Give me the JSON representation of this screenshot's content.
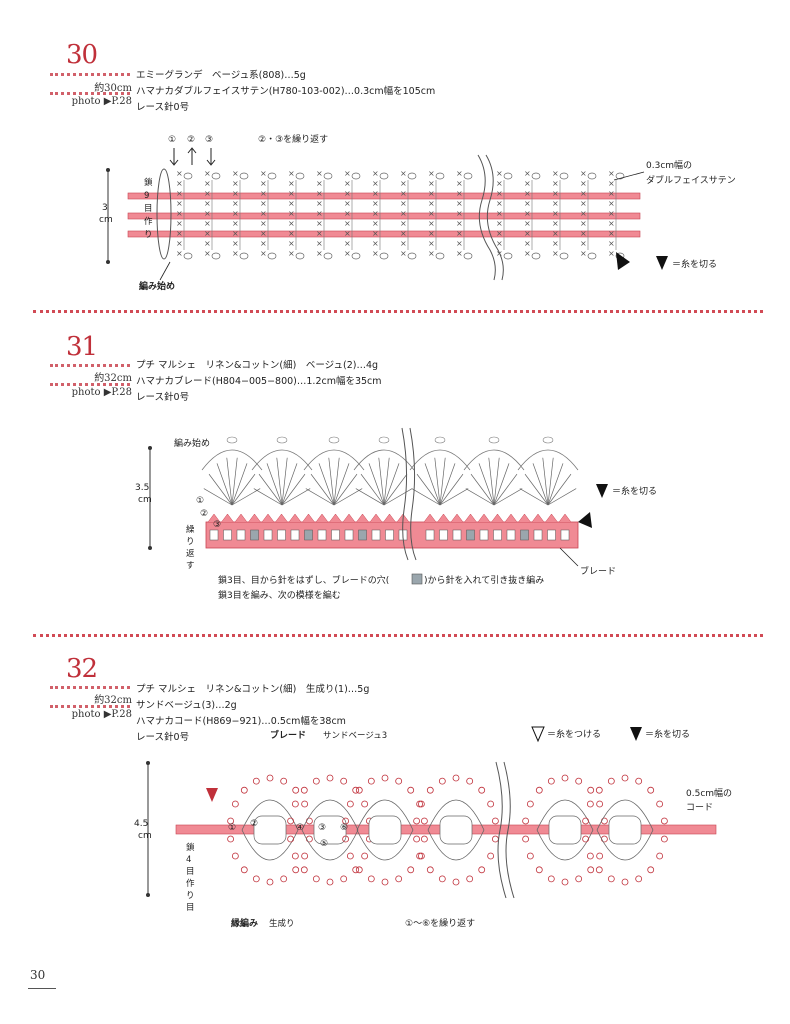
{
  "sections": [
    {
      "number": "30",
      "size": "約30cm",
      "photo": "photo ▶P.28",
      "materials": [
        "エミーグランデ　ベージュ系(808)…5g",
        "ハマナカダブルフェイスサテン(H780-103-002)…0.3cm幅を105cm",
        "レース針0号"
      ],
      "labels": {
        "step1": "①",
        "step2": "②",
        "step3": "③",
        "repeat": "②・③を繰り返す",
        "height": "3\ncm",
        "height_value": "3",
        "height_unit": "cm",
        "chain_start": "鎖9目作り",
        "ribbon": "0.3cm幅の",
        "ribbon2": "ダブルフェイスサテン",
        "cut": "＝糸を切る",
        "start": "編み始め"
      }
    },
    {
      "number": "31",
      "size": "約32cm",
      "photo": "photo ▶P.28",
      "materials": [
        "プチ マルシェ　リネン&コットン(細)　ベージュ(2)…4g",
        "ハマナカブレード(H804−005−800)…1.2cm幅を35cm",
        "レース針0号"
      ],
      "labels": {
        "start": "編み始め",
        "height_value": "3.5",
        "height_unit": "cm",
        "repeat": "繰り返す",
        "cut": "＝糸を切る",
        "braid": "ブレード",
        "note1": "鎖3目、目から針をはずし、ブレードの穴(",
        "note1b": ")から針を入れて引き抜き編み",
        "note2": "鎖3目を編み、次の模様を編む",
        "s1": "①",
        "s2": "②",
        "s3": "③"
      }
    },
    {
      "number": "32",
      "size": "約32cm",
      "photo": "photo ▶P.28",
      "materials": [
        "プチ マルシェ　リネン&コットン(細)　生成り(1)…5g",
        "サンドベージュ(3)…2g",
        "ハマナカコード(H869−921)…0.5cm幅を38cm",
        "レース針0号"
      ],
      "labels": {
        "braid_title": "ブレード",
        "braid_color": "サンドベージュ3",
        "attach": "＝糸をつける",
        "cut": "＝糸を切る",
        "height_value": "4.5",
        "height_unit": "cm",
        "cord": "0.5cm幅の",
        "cord2": "コード",
        "chain_start": "鎖4目作り目",
        "edging": "縁編み",
        "edging_color": "生成り",
        "repeat": "①〜⑥を繰り返す",
        "s1": "①",
        "s2": "②",
        "s3": "③",
        "s4": "④",
        "s5": "⑤",
        "s6": "⑥"
      }
    }
  ],
  "page_number": "30",
  "colors": {
    "accent": "#c0303a",
    "ribbon": "#f08a94",
    "ribbon_edge": "#c94552",
    "grey_hole": "#9aa6ad",
    "text": "#222222"
  }
}
